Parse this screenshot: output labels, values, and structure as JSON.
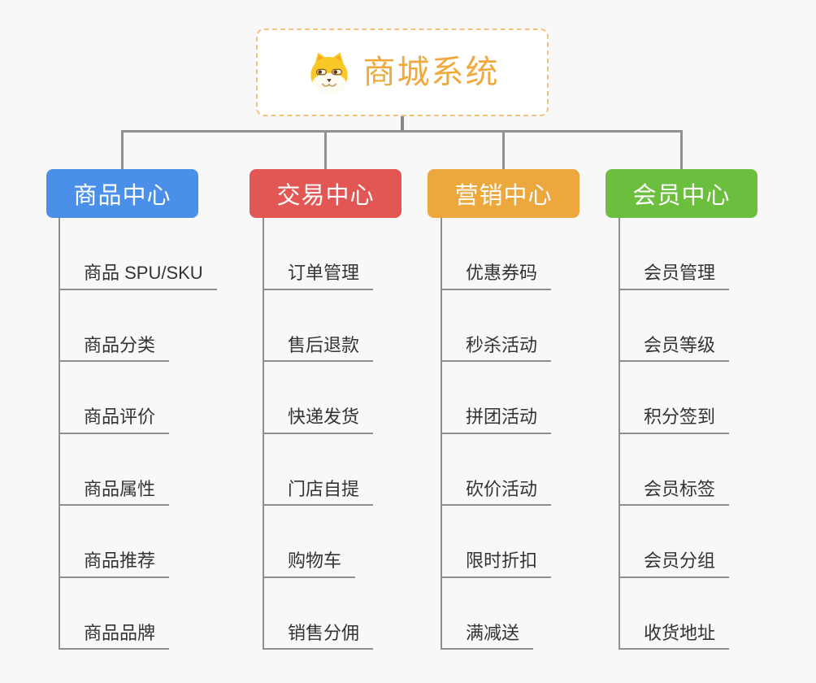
{
  "root": {
    "title": "商城系统",
    "icon": "shiba-dog-icon"
  },
  "branches": [
    {
      "label": "商品中心",
      "color": "#4a90e8",
      "children": [
        "商品 SPU/SKU",
        "商品分类",
        "商品评价",
        "商品属性",
        "商品推荐",
        "商品品牌"
      ]
    },
    {
      "label": "交易中心",
      "color": "#e25754",
      "children": [
        "订单管理",
        "售后退款",
        "快递发货",
        "门店自提",
        "购物车",
        "销售分佣"
      ]
    },
    {
      "label": "营销中心",
      "color": "#eca73d",
      "children": [
        "优惠券码",
        "秒杀活动",
        "拼团活动",
        "砍价活动",
        "限时折扣",
        "满减送"
      ]
    },
    {
      "label": "会员中心",
      "color": "#6cbe3e",
      "children": [
        "会员管理",
        "会员等级",
        "积分签到",
        "会员标签",
        "会员分组",
        "收货地址"
      ]
    }
  ],
  "colors": {
    "background": "#f8f8f8",
    "connector": "#919191",
    "underline": "#8e8e8e",
    "leaf_text": "#333333",
    "root_text": "#f0a93c",
    "root_border": "#f2c27e"
  }
}
